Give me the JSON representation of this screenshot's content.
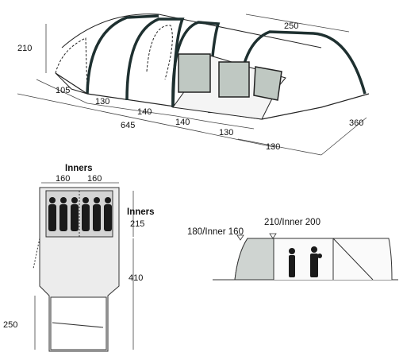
{
  "perspective": {
    "height": "210",
    "widths": [
      "105",
      "130",
      "140",
      "140",
      "130",
      "130"
    ],
    "total_length": "645",
    "canopy_length": "250",
    "depth": "360"
  },
  "floorplan": {
    "title": "Inners",
    "inner_widths": [
      "160",
      "160"
    ],
    "side_label": "Inners",
    "dims": [
      "215",
      "410",
      "250"
    ]
  },
  "side_view": {
    "label_left": "180/Inner 160",
    "label_right": "210/Inner 200"
  }
}
